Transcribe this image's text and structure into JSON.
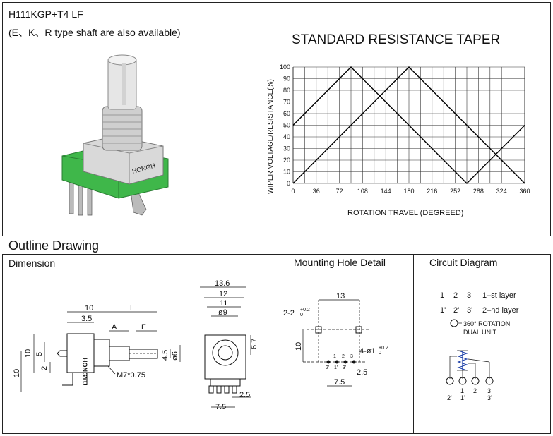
{
  "header": {
    "part_number": "H111KGP+T4  LF",
    "note": "(E、K、R type shaft are also available)"
  },
  "product_label": "HONGH",
  "chart_data": {
    "type": "line",
    "title": "STANDARD RESISTANCE TAPER",
    "xlabel": "ROTATION TRAVEL (DEGREED)",
    "ylabel": "WIPER VOLTAGE/RESISTANCE(%)",
    "x_ticks": [
      "0",
      "36",
      "72",
      "108",
      "144",
      "180",
      "216",
      "252",
      "288",
      "324",
      "360"
    ],
    "y_ticks": [
      "0",
      "10",
      "20",
      "30",
      "40",
      "50",
      "60",
      "70",
      "80",
      "90",
      "100"
    ],
    "xlim": [
      0,
      360
    ],
    "ylim": [
      0,
      100
    ],
    "grid": true,
    "series": [
      {
        "x": [
          0,
          90,
          270,
          360
        ],
        "y": [
          50,
          100,
          0,
          50
        ]
      },
      {
        "x": [
          0,
          180,
          360
        ],
        "y": [
          0,
          100,
          0
        ]
      }
    ]
  },
  "outline": {
    "title": "Outline Drawing",
    "dimension_label": "Dimension",
    "mounting_label": "Mounting Hole Detail",
    "circuit_label": "Circuit Diagram"
  },
  "dimension": {
    "d10_top": "10",
    "d_L": "L",
    "d3_5": "3.5",
    "d_A": "A",
    "d_F": "F",
    "d10_v": "10",
    "d5": "5",
    "d2": "2",
    "d10_left": "10",
    "d4_5": "4.5",
    "d_phi6": "ø6",
    "thread": "M7*0.75",
    "brand": "HONGYU",
    "d13_6": "13.6",
    "d12": "12",
    "d11": "11",
    "d_phi9": "ø9",
    "d6_7": "6.7",
    "d7_5": "7.5",
    "d2_5": "2.5"
  },
  "mounting": {
    "d13": "13",
    "hole_spec_left": "2-2",
    "tol_left_plus": "+0.2",
    "tol_left_minus": "0",
    "d10": "10",
    "hole_spec_right": "4-ø1",
    "tol_right_plus": "+0.2",
    "tol_right_minus": "0",
    "d2_5": "2.5",
    "d7_5": "7.5",
    "pin_top": [
      "1",
      "2",
      "3"
    ],
    "pin_bot": [
      "2'",
      "1'",
      "3'"
    ]
  },
  "circuit": {
    "row1": [
      "1",
      "2",
      "3",
      "1–st layer"
    ],
    "row2": [
      "1'",
      "2'",
      "3'",
      "2–nd layer"
    ],
    "rotation": "360° ROTATION",
    "unit": "DUAL UNIT",
    "pins_front": [
      "1",
      "2",
      "3"
    ],
    "pins_back": [
      "2'",
      "1'",
      "3'"
    ]
  }
}
